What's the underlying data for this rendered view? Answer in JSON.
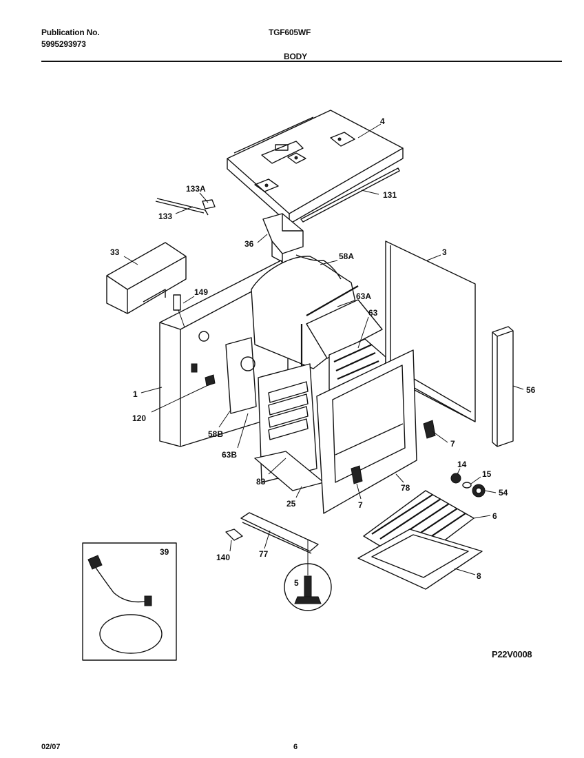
{
  "header": {
    "publication_label": "Publication No.",
    "publication_number": "5995293973",
    "model": "TGF605WF",
    "section": "BODY"
  },
  "diagram": {
    "callouts": {
      "p4": "4",
      "p131": "131",
      "p133a": "133A",
      "p133": "133",
      "p36": "36",
      "p33": "33",
      "p58a": "58A",
      "p3": "3",
      "p149": "149",
      "p63a": "63A",
      "p63": "63",
      "p1": "1",
      "p56": "56",
      "p120": "120",
      "p58b": "58B",
      "p7a": "7",
      "p63b": "63B",
      "p14": "14",
      "p15": "15",
      "p83": "83",
      "p78": "78",
      "p54": "54",
      "p25": "25",
      "p7b": "7",
      "p6": "6",
      "p140": "140",
      "p77": "77",
      "p8": "8",
      "p39": "39",
      "p5": "5"
    },
    "drawing_code": "P22V0008"
  },
  "footer": {
    "date": "02/07",
    "page": "6"
  }
}
